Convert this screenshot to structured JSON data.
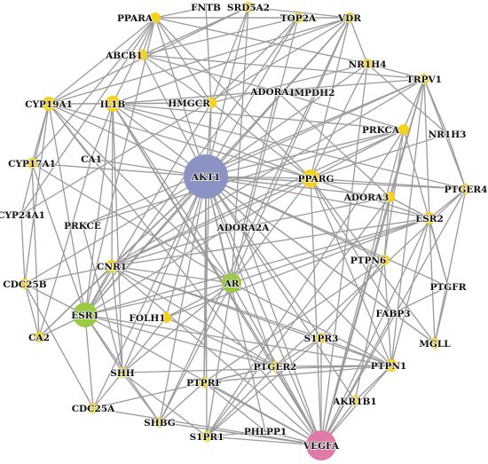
{
  "colors": {
    "edge": "#9a9a9a",
    "small_node": "#f5d11a",
    "hub_node": "#8a93c4",
    "ar_esr1_node": "#9bc944",
    "vegfa_node": "#e07aa8",
    "label": "#111111"
  },
  "nodes": [
    {
      "id": "PPARA",
      "label": "PPARA",
      "type": "small"
    },
    {
      "id": "FNTB",
      "label": "FNTB",
      "type": "small"
    },
    {
      "id": "SRD5A2",
      "label": "SRD5A2",
      "type": "small"
    },
    {
      "id": "TOP2A",
      "label": "TOP2A",
      "type": "small"
    },
    {
      "id": "VDR",
      "label": "VDR",
      "type": "small"
    },
    {
      "id": "ABCB1",
      "label": "ABCB1",
      "type": "small"
    },
    {
      "id": "NR1H4",
      "label": "NR1H4",
      "type": "small"
    },
    {
      "id": "TRPV1",
      "label": "TRPV1",
      "type": "small"
    },
    {
      "id": "CYP19A1",
      "label": "CYP19A1",
      "type": "small"
    },
    {
      "id": "IL1B",
      "label": "IL1B",
      "type": "small"
    },
    {
      "id": "HMGCR",
      "label": "HMGCR",
      "type": "small"
    },
    {
      "id": "ADORA2B",
      "label": "ADORA2B",
      "type": "small"
    },
    {
      "id": "IMPDH2",
      "label": "IMPDH2",
      "type": "small"
    },
    {
      "id": "NR1H3",
      "label": "NR1H3",
      "type": "small"
    },
    {
      "id": "PRKCA",
      "label": "PRKCA",
      "type": "small"
    },
    {
      "id": "CA1",
      "label": "CA1",
      "type": "small"
    },
    {
      "id": "CYP17A1",
      "label": "CYP17A1",
      "type": "small"
    },
    {
      "id": "AKT1",
      "label": "AKT1",
      "type": "hub"
    },
    {
      "id": "PPARG",
      "label": "PPARG",
      "type": "small"
    },
    {
      "id": "PTGER4",
      "label": "PTGER4",
      "type": "small"
    },
    {
      "id": "ADORA3",
      "label": "ADORA3",
      "type": "small"
    },
    {
      "id": "CYP24A1",
      "label": "CYP24A1",
      "type": "small"
    },
    {
      "id": "ESR2",
      "label": "ESR2",
      "type": "small"
    },
    {
      "id": "PRKCE",
      "label": "PRKCE",
      "type": "small"
    },
    {
      "id": "ADORA2A",
      "label": "ADORA2A",
      "type": "small"
    },
    {
      "id": "PTPN6",
      "label": "PTPN6",
      "type": "small"
    },
    {
      "id": "CNR1",
      "label": "CNR1",
      "type": "small"
    },
    {
      "id": "AR",
      "label": "AR",
      "type": "green"
    },
    {
      "id": "CDC25B",
      "label": "CDC25B",
      "type": "small"
    },
    {
      "id": "PTGFR",
      "label": "PTGFR",
      "type": "small"
    },
    {
      "id": "ESR1",
      "label": "ESR1",
      "type": "green"
    },
    {
      "id": "FOLH1",
      "label": "FOLH1",
      "type": "small"
    },
    {
      "id": "FABP3",
      "label": "FABP3",
      "type": "small"
    },
    {
      "id": "CA2",
      "label": "CA2",
      "type": "small"
    },
    {
      "id": "S1PR3",
      "label": "S1PR3",
      "type": "small"
    },
    {
      "id": "MGLL",
      "label": "MGLL",
      "type": "small"
    },
    {
      "id": "PTGER2",
      "label": "PTGER2",
      "type": "small"
    },
    {
      "id": "PTPN1",
      "label": "PTPN1",
      "type": "small"
    },
    {
      "id": "SHH",
      "label": "SHH",
      "type": "small"
    },
    {
      "id": "PTPRF",
      "label": "PTPRF",
      "type": "small"
    },
    {
      "id": "AKR1B1",
      "label": "AKR1B1",
      "type": "small"
    },
    {
      "id": "CDC25A",
      "label": "CDC25A",
      "type": "small"
    },
    {
      "id": "SHBG",
      "label": "SHBG",
      "type": "small"
    },
    {
      "id": "S1PR1",
      "label": "S1PR1",
      "type": "small"
    },
    {
      "id": "PHLPP1",
      "label": "PHLPP1",
      "type": "small"
    },
    {
      "id": "VEGFA",
      "label": "VEGFA",
      "type": "pink"
    }
  ],
  "edges": [
    [
      "AKT1",
      "PPARA"
    ],
    [
      "AKT1",
      "SRD5A2"
    ],
    [
      "AKT1",
      "TOP2A"
    ],
    [
      "AKT1",
      "VDR"
    ],
    [
      "AKT1",
      "ABCB1"
    ],
    [
      "AKT1",
      "NR1H4"
    ],
    [
      "AKT1",
      "TRPV1"
    ],
    [
      "AKT1",
      "CYP19A1"
    ],
    [
      "AKT1",
      "IL1B"
    ],
    [
      "AKT1",
      "HMGCR"
    ],
    [
      "AKT1",
      "PRKCA"
    ],
    [
      "AKT1",
      "CA1"
    ],
    [
      "AKT1",
      "CYP17A1"
    ],
    [
      "AKT1",
      "PPARG"
    ],
    [
      "AKT1",
      "PTGER4"
    ],
    [
      "AKT1",
      "ADORA3"
    ],
    [
      "AKT1",
      "ESR2"
    ],
    [
      "AKT1",
      "CNR1"
    ],
    [
      "AKT1",
      "AR"
    ],
    [
      "AKT1",
      "ESR1"
    ],
    [
      "AKT1",
      "CDC25B"
    ],
    [
      "AKT1",
      "CA2"
    ],
    [
      "AKT1",
      "PTPN1"
    ],
    [
      "AKT1",
      "SHH"
    ],
    [
      "AKT1",
      "CDC25A"
    ],
    [
      "AKT1",
      "SHBG"
    ],
    [
      "AKT1",
      "S1PR1"
    ],
    [
      "AKT1",
      "PHLPP1"
    ],
    [
      "AKT1",
      "VEGFA"
    ],
    [
      "AKT1",
      "PTGER2"
    ],
    [
      "AKT1",
      "S1PR3"
    ],
    [
      "AKT1",
      "MGLL"
    ],
    [
      "AKT1",
      "FABP3"
    ],
    [
      "AKT1",
      "PTGFR"
    ],
    [
      "AKT1",
      "PTPN6"
    ],
    [
      "AKT1",
      "PTPRF"
    ],
    [
      "AKT1",
      "AKR1B1"
    ],
    [
      "AKT1",
      "FOLH1"
    ],
    [
      "VEGFA",
      "IL1B"
    ],
    [
      "VEGFA",
      "PPARG"
    ],
    [
      "VEGFA",
      "ESR1"
    ],
    [
      "VEGFA",
      "AR"
    ],
    [
      "VEGFA",
      "ESR2"
    ],
    [
      "VEGFA",
      "PTPN1"
    ],
    [
      "VEGFA",
      "CNR1"
    ],
    [
      "VEGFA",
      "S1PR1"
    ],
    [
      "VEGFA",
      "S1PR3"
    ],
    [
      "VEGFA",
      "PTGER2"
    ],
    [
      "VEGFA",
      "TRPV1"
    ],
    [
      "VEGFA",
      "PRKCA"
    ],
    [
      "VEGFA",
      "CYP19A1"
    ],
    [
      "VEGFA",
      "PTGER4"
    ],
    [
      "VEGFA",
      "ADORA2A"
    ],
    [
      "VEGFA",
      "ADORA3"
    ],
    [
      "VEGFA",
      "NR1H4"
    ],
    [
      "VEGFA",
      "SHBG"
    ],
    [
      "VEGFA",
      "CDC25A"
    ],
    [
      "VEGFA",
      "PHLPP1"
    ],
    [
      "VEGFA",
      "FABP3"
    ],
    [
      "VEGFA",
      "AKR1B1"
    ],
    [
      "VEGFA",
      "PTPRF"
    ],
    [
      "ESR1",
      "PPARA"
    ],
    [
      "ESR1",
      "IL1B"
    ],
    [
      "ESR1",
      "CYP19A1"
    ],
    [
      "ESR1",
      "CYP17A1"
    ],
    [
      "ESR1",
      "AR"
    ],
    [
      "ESR1",
      "ESR2"
    ],
    [
      "ESR1",
      "PTPN1"
    ],
    [
      "ESR1",
      "SHH"
    ],
    [
      "ESR1",
      "CDC25A"
    ],
    [
      "ESR1",
      "SHBG"
    ],
    [
      "ESR1",
      "CDC25B"
    ],
    [
      "ESR1",
      "CA2"
    ],
    [
      "ESR1",
      "HMGCR"
    ],
    [
      "ESR1",
      "PPARG"
    ],
    [
      "ESR1",
      "PTGER2"
    ],
    [
      "ESR1",
      "VDR"
    ],
    [
      "ESR1",
      "TOP2A"
    ],
    [
      "ESR1",
      "CNR1"
    ],
    [
      "AR",
      "PPARG"
    ],
    [
      "AR",
      "ESR2"
    ],
    [
      "AR",
      "CYP19A1"
    ],
    [
      "AR",
      "IL1B"
    ],
    [
      "AR",
      "SRD5A2"
    ],
    [
      "AR",
      "SHBG"
    ],
    [
      "AR",
      "CYP17A1"
    ],
    [
      "AR",
      "PTPN1"
    ],
    [
      "AR",
      "VDR"
    ],
    [
      "AR",
      "S1PR1"
    ],
    [
      "AR",
      "CNR1"
    ],
    [
      "AR",
      "FOLH1"
    ],
    [
      "AR",
      "SHH"
    ],
    [
      "AR",
      "TOP2A"
    ],
    [
      "PPARG",
      "PPARA"
    ],
    [
      "PPARG",
      "NR1H3"
    ],
    [
      "PPARG",
      "NR1H4"
    ],
    [
      "PPARG",
      "IL1B"
    ],
    [
      "PPARG",
      "CYP19A1"
    ],
    [
      "PPARG",
      "PTGER4"
    ],
    [
      "PPARG",
      "ESR2"
    ],
    [
      "PPARG",
      "PTPN1"
    ],
    [
      "PPARG",
      "HMGCR"
    ],
    [
      "PPARG",
      "FABP3"
    ],
    [
      "PPARG",
      "MGLL"
    ],
    [
      "PPARG",
      "VDR"
    ],
    [
      "PPARG",
      "PRKCA"
    ],
    [
      "PPARG",
      "CNR1"
    ],
    [
      "IL1B",
      "PPARA"
    ],
    [
      "IL1B",
      "CYP19A1"
    ],
    [
      "IL1B",
      "HMGCR"
    ],
    [
      "IL1B",
      "PTGER2"
    ],
    [
      "IL1B",
      "PTGER4"
    ],
    [
      "IL1B",
      "PRKCA"
    ],
    [
      "IL1B",
      "TRPV1"
    ],
    [
      "IL1B",
      "SHH"
    ],
    [
      "IL1B",
      "CNR1"
    ],
    [
      "IL1B",
      "VDR"
    ],
    [
      "PPARA",
      "HMGCR"
    ],
    [
      "PPARA",
      "NR1H4"
    ],
    [
      "PPARA",
      "CYP19A1"
    ],
    [
      "PPARA",
      "FNTB"
    ],
    [
      "PPARA",
      "VDR"
    ],
    [
      "PPARA",
      "TOP2A"
    ],
    [
      "PPARA",
      "ABCB1"
    ],
    [
      "PPARA",
      "CYP17A1"
    ],
    [
      "PPARA",
      "CYP24A1"
    ],
    [
      "CYP19A1",
      "CYP17A1"
    ],
    [
      "CYP19A1",
      "HMGCR"
    ],
    [
      "CYP19A1",
      "SRD5A2"
    ],
    [
      "CYP19A1",
      "VDR"
    ],
    [
      "CYP19A1",
      "CYP24A1"
    ],
    [
      "CYP19A1",
      "CA1"
    ],
    [
      "CYP19A1",
      "CDC25B"
    ],
    [
      "TRPV1",
      "NR1H4"
    ],
    [
      "TRPV1",
      "NR1H3"
    ],
    [
      "TRPV1",
      "PRKCA"
    ],
    [
      "TRPV1",
      "ESR2"
    ],
    [
      "TRPV1",
      "PTGER4"
    ],
    [
      "TRPV1",
      "PRKCE"
    ],
    [
      "TRPV1",
      "ADORA3"
    ],
    [
      "TRPV1",
      "PTPN1"
    ],
    [
      "TRPV1",
      "CNR1"
    ],
    [
      "TRPV1",
      "ABCB1"
    ],
    [
      "ESR2",
      "PTGER4"
    ],
    [
      "ESR2",
      "ADORA3"
    ],
    [
      "ESR2",
      "PTPN1"
    ],
    [
      "ESR2",
      "MGLL"
    ],
    [
      "ESR2",
      "PTGFR"
    ],
    [
      "ESR2",
      "FOLH1"
    ],
    [
      "ESR2",
      "CNR1"
    ],
    [
      "PTPN1",
      "S1PR3"
    ],
    [
      "PTPN1",
      "PTGER2"
    ],
    [
      "PTPN1",
      "PTPRF"
    ],
    [
      "PTPN1",
      "PTPN6"
    ],
    [
      "PTPN1",
      "AKR1B1"
    ],
    [
      "PTPN1",
      "CNR1"
    ],
    [
      "PTPN1",
      "SHH"
    ],
    [
      "CNR1",
      "PTGER2"
    ],
    [
      "CNR1",
      "SHH"
    ],
    [
      "CNR1",
      "ADORA2A"
    ],
    [
      "CNR1",
      "PRKCA"
    ],
    [
      "CNR1",
      "S1PR3"
    ],
    [
      "CNR1",
      "CDC25B"
    ],
    [
      "CNR1",
      "CA2"
    ],
    [
      "PRKCA",
      "PTPN6"
    ],
    [
      "PRKCA",
      "PRKCE"
    ],
    [
      "PRKCA",
      "S1PR1"
    ],
    [
      "PRKCA",
      "ADORA2B"
    ],
    [
      "PRKCA",
      "PTGFR"
    ],
    [
      "ADORA3",
      "ADORA2A"
    ],
    [
      "ADORA3",
      "ADORA2B"
    ],
    [
      "ADORA3",
      "PTPN6"
    ],
    [
      "ADORA3",
      "S1PR1"
    ],
    [
      "ADORA2B",
      "ADORA2A"
    ],
    [
      "ADORA2B",
      "ABCB1"
    ],
    [
      "ADORA2B",
      "IMPDH2"
    ],
    [
      "HMGCR",
      "NR1H4"
    ],
    [
      "HMGCR",
      "TOP2A"
    ],
    [
      "HMGCR",
      "ABCB1"
    ],
    [
      "HMGCR",
      "FNTB"
    ],
    [
      "HMGCR",
      "PTPRF"
    ],
    [
      "SRD5A2",
      "VDR"
    ],
    [
      "SRD5A2",
      "ABCB1"
    ],
    [
      "SRD5A2",
      "HMGCR"
    ],
    [
      "TOP2A",
      "ABCB1"
    ],
    [
      "TOP2A",
      "VDR"
    ],
    [
      "VDR",
      "NR1H4"
    ],
    [
      "VDR",
      "CYP24A1"
    ],
    [
      "VDR",
      "SHBG"
    ],
    [
      "NR1H4",
      "NR1H3"
    ],
    [
      "NR1H3",
      "PTGER4"
    ],
    [
      "CDC25B",
      "CDC25A"
    ],
    [
      "CDC25B",
      "CA2"
    ],
    [
      "CDC25A",
      "SHH"
    ],
    [
      "CDC25A",
      "PTGER2"
    ],
    [
      "SHBG",
      "PTPRF"
    ],
    [
      "SHBG",
      "SHH"
    ],
    [
      "S1PR1",
      "S1PR3"
    ],
    [
      "S1PR1",
      "PTGER2"
    ],
    [
      "S1PR1",
      "SHH"
    ],
    [
      "PTGER2",
      "S1PR3"
    ],
    [
      "PTGER2",
      "PTGER4"
    ],
    [
      "PTGER2",
      "PTPRF"
    ],
    [
      "PTPRF",
      "PTPN6"
    ],
    [
      "MGLL",
      "PTGFR"
    ],
    [
      "MGLL",
      "FABP3"
    ],
    [
      "MGLL",
      "PTGER4"
    ],
    [
      "FOLH1",
      "SHH"
    ],
    [
      "FOLH1",
      "PTGER2"
    ],
    [
      "CA1",
      "CA2"
    ],
    [
      "CA1",
      "IL1B"
    ],
    [
      "CYP17A1",
      "CA2"
    ],
    [
      "CYP24A1",
      "CDC25B"
    ],
    [
      "PRKCE",
      "SHH"
    ],
    [
      "AKR1B1",
      "PTPN6"
    ],
    [
      "PHLPP1",
      "PTPRF"
    ],
    [
      "PHLPP1",
      "S1PR1"
    ],
    [
      "FABP3",
      "PTGFR"
    ],
    [
      "PTPN6",
      "S1PR3"
    ]
  ]
}
